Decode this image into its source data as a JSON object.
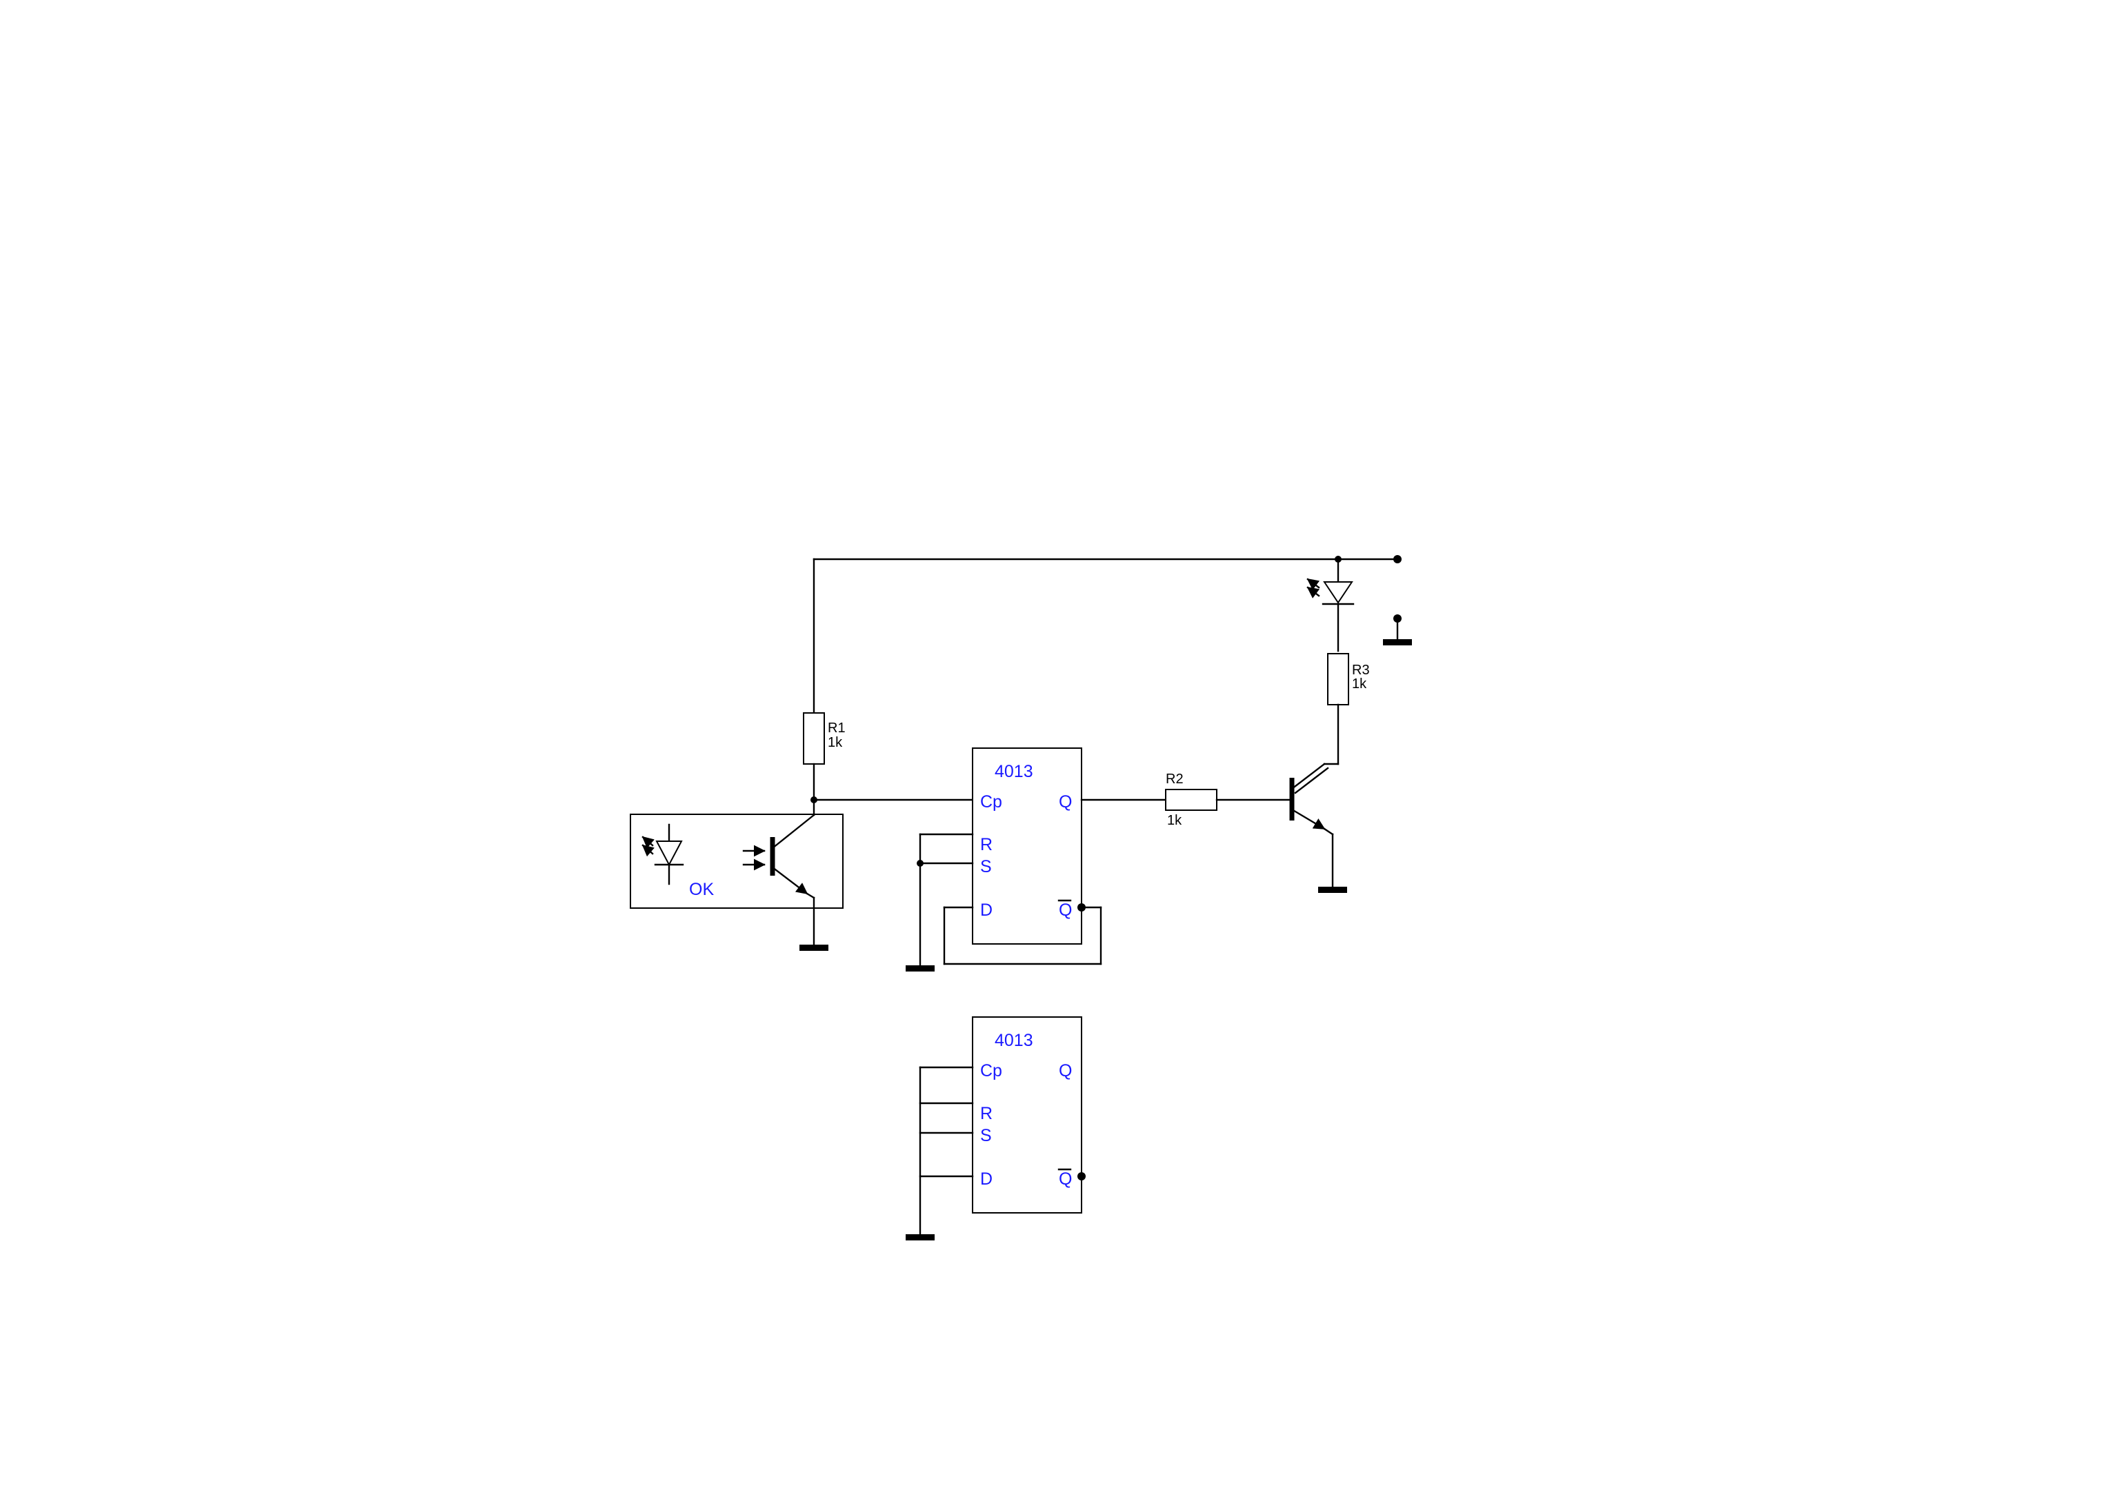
{
  "parts": {
    "r1": {
      "ref": "R1",
      "value": "1k"
    },
    "r2": {
      "ref": "R2",
      "value": "1k"
    },
    "r3": {
      "ref": "R3",
      "value": "1k"
    },
    "optocoupler": {
      "label": "OK"
    }
  },
  "ic1": {
    "name": "4013",
    "pins": {
      "cp": "Cp",
      "r": "R",
      "s": "S",
      "d": "D",
      "q": "Q",
      "qn": "Q"
    }
  },
  "ic2": {
    "name": "4013",
    "pins": {
      "cp": "Cp",
      "r": "R",
      "s": "S",
      "d": "D",
      "q": "Q",
      "qn": "Q"
    }
  },
  "colors": {
    "wire": "#000000",
    "pin_label": "#1a1aff"
  }
}
